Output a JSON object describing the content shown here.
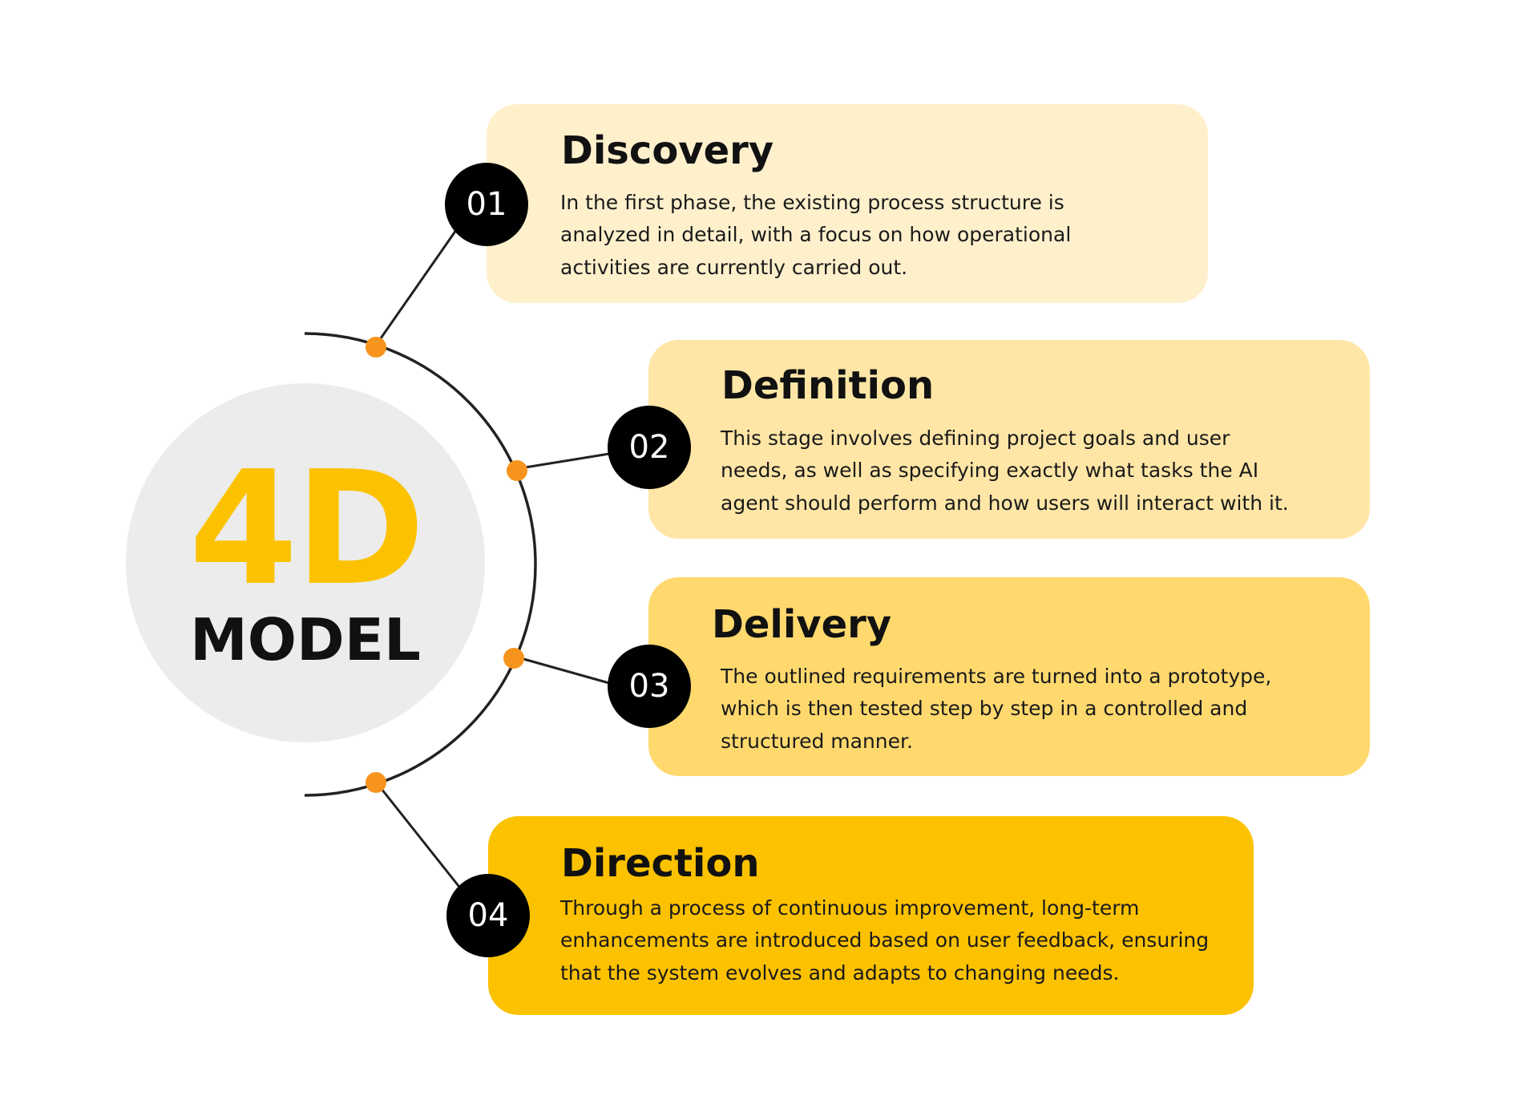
{
  "center": {
    "big_text": "4D",
    "small_text": "MODEL"
  },
  "steps": [
    {
      "number": "01",
      "title": "Discovery",
      "lines": [
        "In the first phase, the existing process structure is",
        "analyzed in detail, with a focus on how operational",
        "activities are currently carried out."
      ],
      "color": "#fff0cc"
    },
    {
      "number": "02",
      "title": "Definition",
      "lines": [
        "This stage involves defining project goals and user",
        "needs, as well as specifying exactly what tasks the AI",
        "agent should perform and how users will interact with it."
      ],
      "color": "#ffe6a6"
    },
    {
      "number": "03",
      "title": "Delivery",
      "lines": [
        "The outlined requirements are turned into a prototype,",
        "which is then tested step by step in a controlled and",
        "structured manner."
      ],
      "color": "#ffd96e"
    },
    {
      "number": "04",
      "title": "Direction",
      "lines": [
        "Through a process of continuous improvement, long-term",
        "enhancements are introduced based on user feedback, ensuring",
        "that the system evolves and adapts to changing needs."
      ],
      "color": "#fcc200"
    }
  ],
  "colors": {
    "accent_yellow": "#fcc200",
    "connector_dot": "#f7941d",
    "badge": "#000000",
    "center_circle": "#ececec"
  }
}
